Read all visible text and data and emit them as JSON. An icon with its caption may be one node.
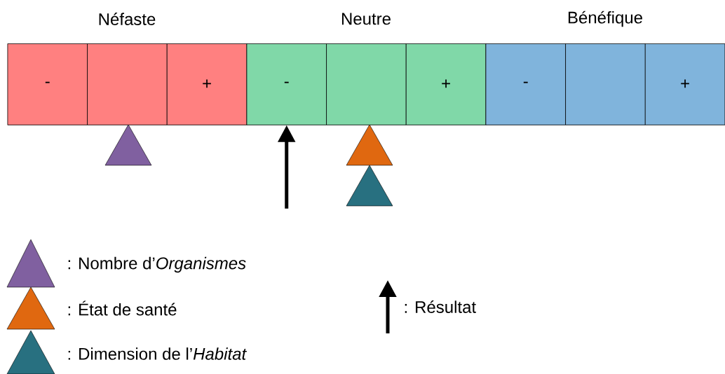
{
  "diagram": {
    "nodes": [
      {
        "text": [
          "-"
        ]
      },
      {
        "text": [],
        "shape": "box"
      },
      {
        "text": [
          "+"
        ]
      },
      {
        "text": [
          "-"
        ]
      },
      {
        "text": [],
        "shape": "box"
      },
      {
        "text": [
          "+"
        ]
      },
      {
        "text": [
          "-"
        ]
      },
      {
        "text": [],
        "shape": "box"
      },
      {
        "text": [
          "+"
        ]
      }
    ],
    "edges": [
      {
        "from": null,
        "to": 3,
        "arrow": "to"
      }
    ],
    "labels": [
      "Néfaste",
      "Neutre",
      "Bénéfique"
    ],
    "legend": [
      {
        "text": ": Nombre d’*Organismes*"
      },
      {
        "text": ": État de santé"
      },
      {
        "text": ": Dimension de l’*Habitat*"
      },
      {
        "text": ": Résultat"
      }
    ]
  }
}
